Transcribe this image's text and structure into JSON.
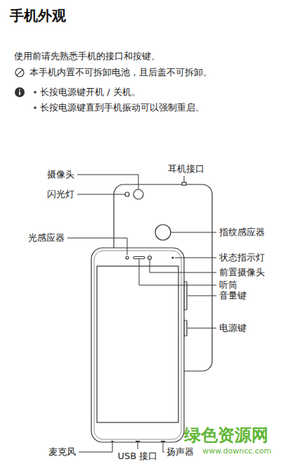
{
  "diagram": {
    "title": "手机外观",
    "labels": [
      "使用前请先熟悉手机的接口和按键。",
      "本手机内置不可拆卸电池，且后盖不可拆卸。",
      "长按电源键开机 / 关机。",
      "长按电源键直到手机振动可以强制重启。",
      "摄像头",
      "耳机接口",
      "闪光灯",
      "指纹感应器",
      "光感应器",
      "状态指示灯",
      "前置摄像头",
      "听筒",
      "音量键",
      "电源键",
      "麦克风",
      "USB 接口",
      "扬声器",
      "绿色资源网",
      "www.downcc.com"
    ]
  }
}
